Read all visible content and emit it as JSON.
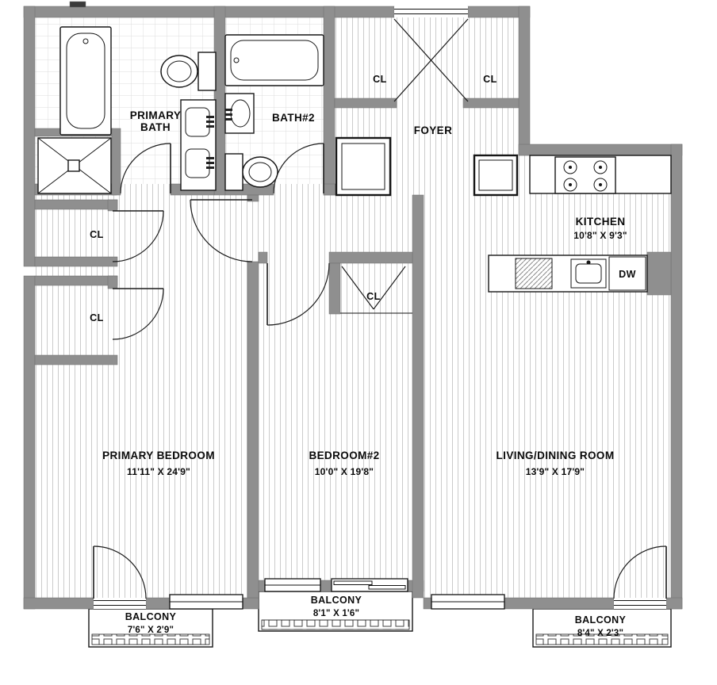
{
  "plan": {
    "colors": {
      "wall": "#8f8f8f",
      "line": "#161616",
      "floor_stripe": "#cbcbcb",
      "tile_line": "#dcdcdc"
    },
    "rooms": {
      "primary_bath": {
        "name_line1": "PRIMARY",
        "name_line2": "BATH"
      },
      "bath2": {
        "name": "BATH#2"
      },
      "foyer": {
        "name": "FOYER"
      },
      "kitchen": {
        "name": "KITCHEN",
        "dims": "10'8\" X 9'3\""
      },
      "primary_bedroom": {
        "name": "PRIMARY BEDROOM",
        "dims": "11'11\" X 24'9\""
      },
      "bedroom2": {
        "name": "BEDROOM#2",
        "dims": "10'0\" X 19'8\""
      },
      "living_dining": {
        "name": "LIVING/DINING ROOM",
        "dims": "13'9\" X 17'9\""
      },
      "balcony_left": {
        "name": "BALCONY",
        "dims": "7'6\" X 2'9\""
      },
      "balcony_middle": {
        "name": "BALCONY",
        "dims": "8'1\" X 1'6\""
      },
      "balcony_right": {
        "name": "BALCONY",
        "dims": "8'4\" X 2'3\""
      }
    },
    "closets": {
      "foyer_left": "CL",
      "foyer_right": "CL",
      "primary_upper": "CL",
      "primary_lower": "CL",
      "bedroom2": "CL"
    },
    "appliances": {
      "dishwasher": "DW"
    }
  }
}
